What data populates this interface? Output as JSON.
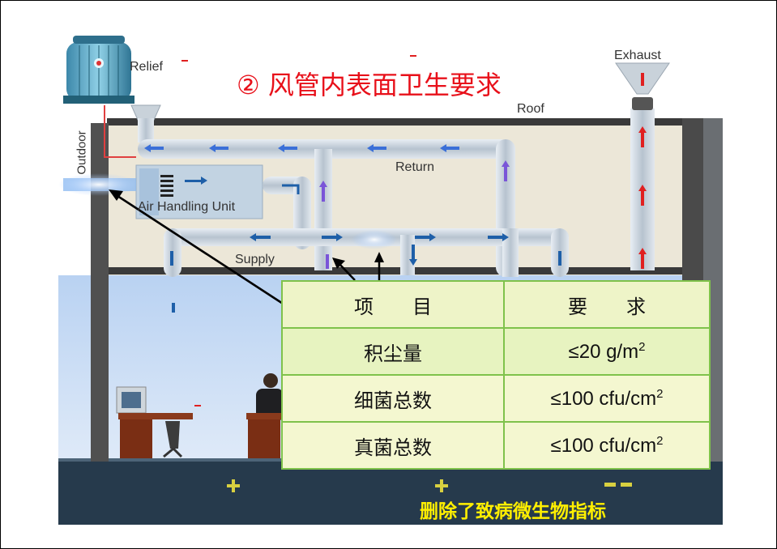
{
  "slide": {
    "title": "② 风管内表面卫生要求",
    "caption": "删除了致病微生物指标"
  },
  "diagram": {
    "labels": {
      "relief": "Relief",
      "exhaust": "Exhaust",
      "roof": "Roof",
      "outdoor": "Outdoor",
      "return": "Return",
      "air_handling_unit": "Air Handling Unit",
      "supply": "Supply"
    }
  },
  "table": {
    "headers": [
      "项　　目",
      "要　　求"
    ],
    "rows": [
      {
        "item": "积尘量",
        "req_value": "≤20 g/m",
        "req_sup": "2"
      },
      {
        "item": "细菌总数",
        "req_value": "≤100 cfu/cm",
        "req_sup": "2"
      },
      {
        "item": "真菌总数",
        "req_value": "≤100 cfu/cm",
        "req_sup": "2"
      }
    ]
  },
  "colors": {
    "title_red": "#e8101a",
    "caption_yellow": "#ffef00",
    "table_border": "#7fc24b",
    "floor_dark": "#263a4c",
    "ceiling_beige": "#ece7d8",
    "room_blue": "#c8dcf4"
  }
}
